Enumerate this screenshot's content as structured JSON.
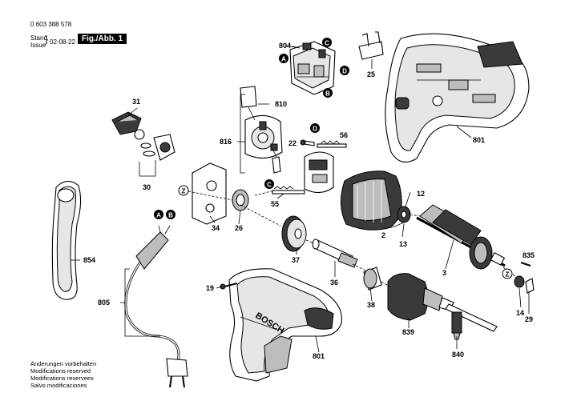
{
  "header": {
    "doc_number": "0 603 388 578",
    "stand": "Stand",
    "issue": "Issue",
    "date": "02-08-22",
    "fig_label": "Fig./Abb. 1"
  },
  "notes": [
    "Änderungen vorbehalten",
    "Modifications reserved",
    "Modifications reservees",
    "Salvo modificaciones"
  ],
  "brand_text": "BOSCH",
  "part_labels": {
    "p804": "804",
    "p810": "810",
    "p816": "816",
    "p31": "31",
    "p30": "30",
    "p25": "25",
    "p801a": "801",
    "p56": "56",
    "p22": "22",
    "p12": "12",
    "p55": "55",
    "p34": "34",
    "p26": "26",
    "p2": "2",
    "p13": "13",
    "p37": "37",
    "p3": "3",
    "p835": "835",
    "p854": "854",
    "p805": "805",
    "p19": "19",
    "p36": "36",
    "p38": "38",
    "p839": "839",
    "p14": "14",
    "p29": "29",
    "p801b": "801",
    "p840": "840"
  },
  "markers": {
    "A": "A",
    "B": "B",
    "C": "C",
    "D": "D",
    "Z": "Z"
  }
}
